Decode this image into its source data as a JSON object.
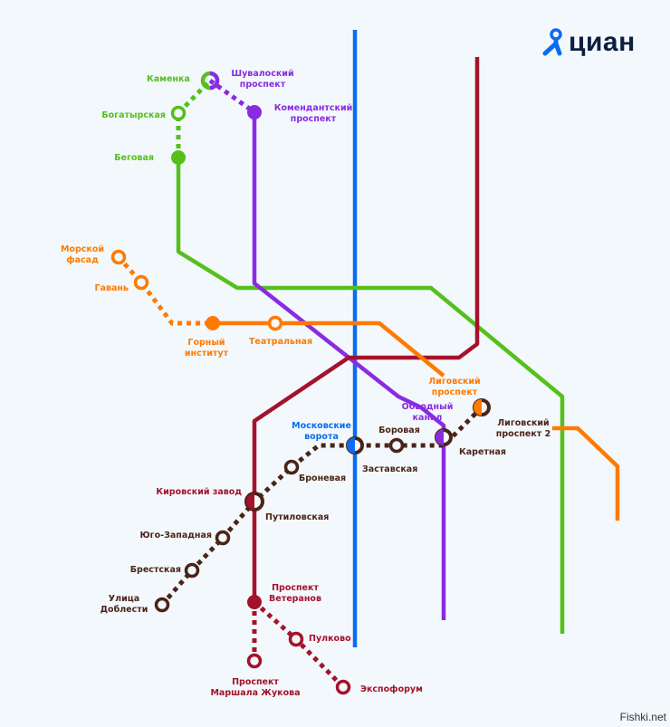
{
  "logo": {
    "text": "циан",
    "icon": "map-pin-person-icon"
  },
  "watermark": "Fishki.net",
  "colors": {
    "green": "#55c01c",
    "purple": "#8a2be2",
    "blue": "#0b6cf2",
    "red": "#a4122b",
    "orange": "#ff7a00",
    "brown": "#4a2418",
    "background": "#f3f8fc"
  },
  "stations": {
    "kamenka": "Каменка",
    "shuvalovsky": [
      "Шувалоский",
      "проспект"
    ],
    "komendantsky": [
      "Комендантский",
      "проспект"
    ],
    "bogatyrskaya": "Богатырская",
    "begovaya": "Беговая",
    "morskoy_fasad": [
      "Морской",
      "фасад"
    ],
    "gavan": "Гавань",
    "gorny": [
      "Горный",
      "институт"
    ],
    "teatralnaya": "Театральная",
    "ligovsky": [
      "Лиговский",
      "проспект"
    ],
    "obvodny": [
      "Обводный",
      "канал"
    ],
    "ligovsky2": [
      "Лиговский",
      "проспект 2"
    ],
    "moskovskie_vorota": [
      "Московские",
      "ворота"
    ],
    "borovaya": "Боровая",
    "karetnaya": "Каретная",
    "zastavskaya": "Заставская",
    "bronevaya": "Броневая",
    "kirovsky": "Кировский завод",
    "putilovskaya": "Путиловская",
    "yugo_zapadnaya": "Юго-Западная",
    "brestskaya": "Брестская",
    "ulitsa_doblesti": [
      "Улица",
      "Доблести"
    ],
    "veteranov": [
      "Проспект",
      "Ветеранов"
    ],
    "pulkovo": "Пулково",
    "zhukova": [
      "Проспект",
      "Маршала Жукова"
    ],
    "ekspoforum": "Экспофорум"
  }
}
